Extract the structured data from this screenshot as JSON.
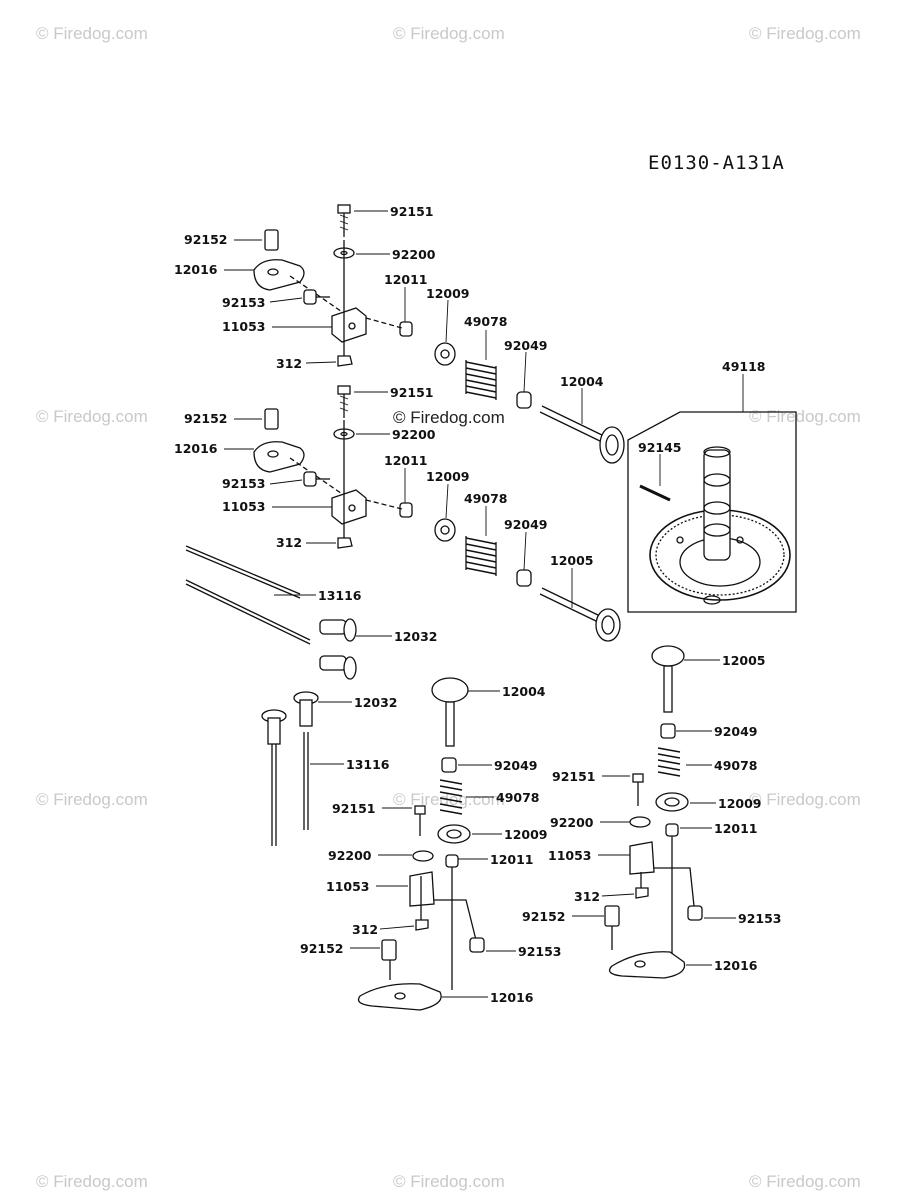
{
  "diagram_code": "E0130-A131A",
  "watermark": "© Firedog.com",
  "center_watermark": "© Firedog.com",
  "callouts": [
    {
      "id": "c1",
      "text": "92151"
    },
    {
      "id": "c2",
      "text": "92152"
    },
    {
      "id": "c3",
      "text": "92200"
    },
    {
      "id": "c4",
      "text": "12016"
    },
    {
      "id": "c5",
      "text": "12011"
    },
    {
      "id": "c6",
      "text": "12009"
    },
    {
      "id": "c7",
      "text": "92153"
    },
    {
      "id": "c8",
      "text": "49078"
    },
    {
      "id": "c9",
      "text": "11053"
    },
    {
      "id": "c10",
      "text": "92049"
    },
    {
      "id": "c11",
      "text": "312"
    },
    {
      "id": "c12",
      "text": "12004"
    },
    {
      "id": "c13",
      "text": "49118"
    },
    {
      "id": "c14",
      "text": "92151"
    },
    {
      "id": "c15",
      "text": "92152"
    },
    {
      "id": "c16",
      "text": "92200"
    },
    {
      "id": "c17",
      "text": "12016"
    },
    {
      "id": "c18",
      "text": "92145"
    },
    {
      "id": "c19",
      "text": "12011"
    },
    {
      "id": "c20",
      "text": "12009"
    },
    {
      "id": "c21",
      "text": "92153"
    },
    {
      "id": "c22",
      "text": "49078"
    },
    {
      "id": "c23",
      "text": "11053"
    },
    {
      "id": "c24",
      "text": "92049"
    },
    {
      "id": "c25",
      "text": "312"
    },
    {
      "id": "c26",
      "text": "12005"
    },
    {
      "id": "c27",
      "text": "13116"
    },
    {
      "id": "c28",
      "text": "12032"
    },
    {
      "id": "c29",
      "text": "12005"
    },
    {
      "id": "c30",
      "text": "12004"
    },
    {
      "id": "c31",
      "text": "12032"
    },
    {
      "id": "c32",
      "text": "92049"
    },
    {
      "id": "c33",
      "text": "13116"
    },
    {
      "id": "c34",
      "text": "92049"
    },
    {
      "id": "c35",
      "text": "49078"
    },
    {
      "id": "c36",
      "text": "92151"
    },
    {
      "id": "c37",
      "text": "49078"
    },
    {
      "id": "c38",
      "text": "92151"
    },
    {
      "id": "c39",
      "text": "12009"
    },
    {
      "id": "c40",
      "text": "12009"
    },
    {
      "id": "c41",
      "text": "92200"
    },
    {
      "id": "c42",
      "text": "12011"
    },
    {
      "id": "c43",
      "text": "92200"
    },
    {
      "id": "c44",
      "text": "12011"
    },
    {
      "id": "c45",
      "text": "11053"
    },
    {
      "id": "c46",
      "text": "11053"
    },
    {
      "id": "c47",
      "text": "312"
    },
    {
      "id": "c48",
      "text": "92153"
    },
    {
      "id": "c49",
      "text": "92152"
    },
    {
      "id": "c50",
      "text": "312"
    },
    {
      "id": "c51",
      "text": "92153"
    },
    {
      "id": "c52",
      "text": "92152"
    },
    {
      "id": "c53",
      "text": "12016"
    },
    {
      "id": "c54",
      "text": "12016"
    }
  ]
}
